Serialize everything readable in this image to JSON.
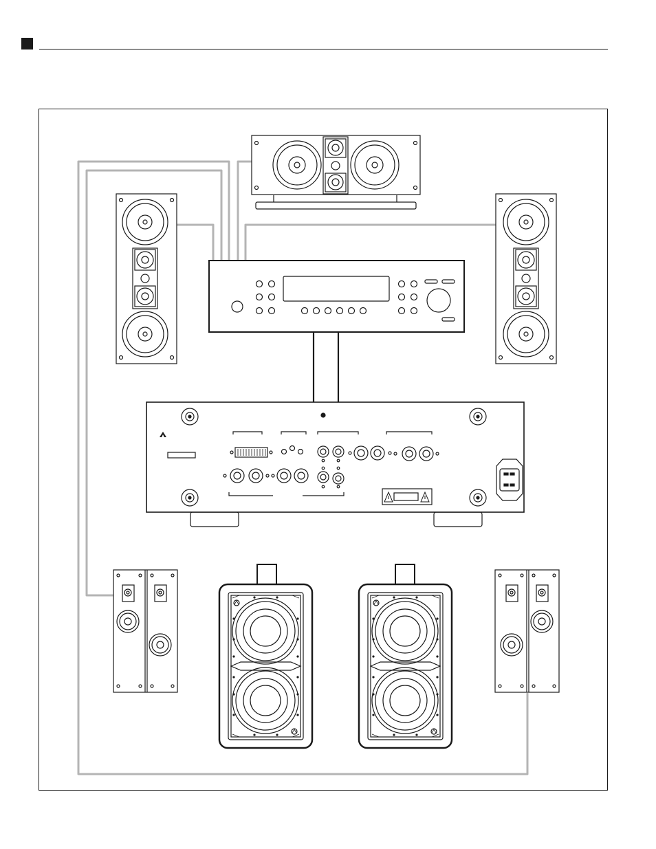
{
  "colors": {
    "ink": "#1a1a1a",
    "wire_gray": "#b4b4b4",
    "paper": "#ffffff",
    "panel_gray": "#e6e6e6"
  },
  "icons": {
    "header": "section-marker-square",
    "brand": "brand-logo-a-icon",
    "warning": "warning-triangle-icon",
    "power": "ac-power-inlet-icon"
  },
  "components": {
    "center_speaker": "center-channel-speaker",
    "front_left": "front-left-tower-speaker",
    "front_right": "front-right-tower-speaker",
    "receiver": "av-receiver",
    "amplifier": "subwoofer-amplifier",
    "surround_left": "surround-left-speaker",
    "surround_right": "surround-right-speaker",
    "sub_left": "in-wall-subwoofer-left",
    "sub_right": "in-wall-subwoofer-right"
  }
}
